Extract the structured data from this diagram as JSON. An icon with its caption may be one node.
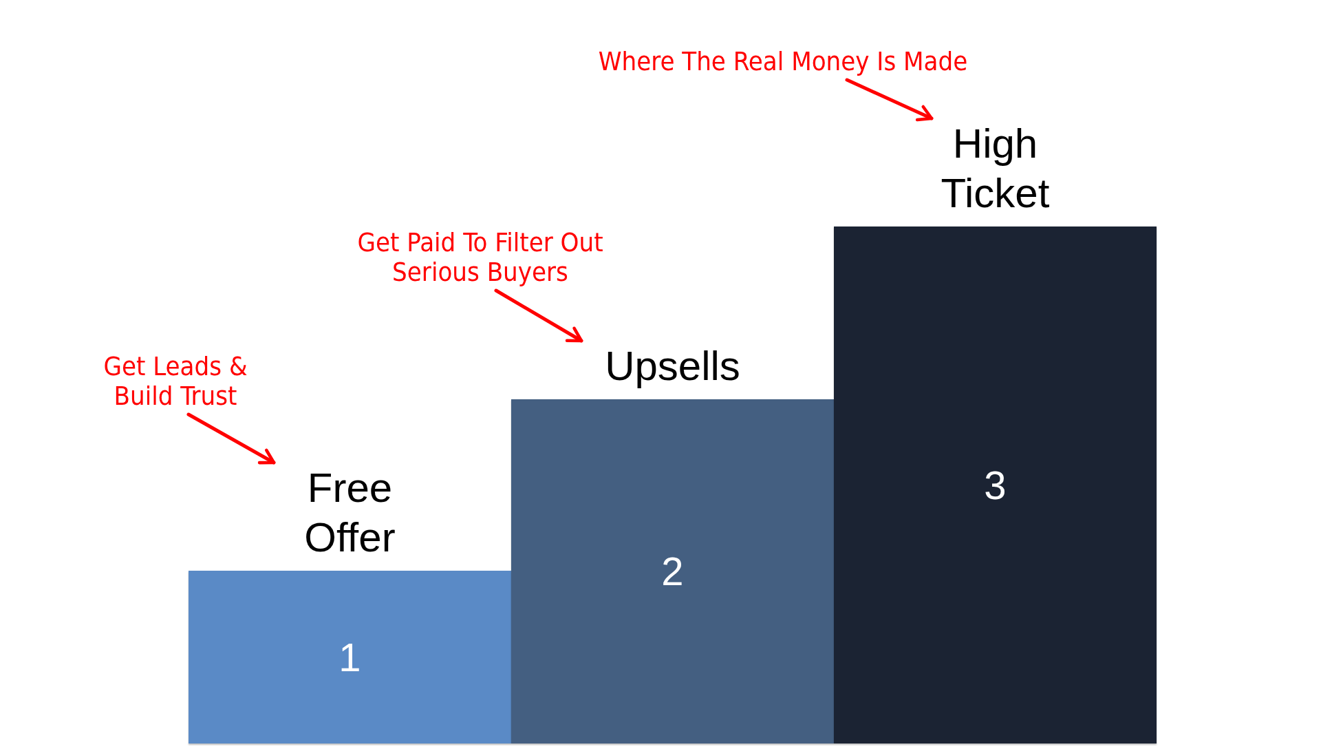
{
  "diagram": {
    "nodes": [
      {
        "text": [
          "Free Offer",
          "1"
        ]
      },
      {
        "text": [
          "Upsells",
          "2"
        ]
      },
      {
        "text": [
          "High Ticket",
          "3"
        ]
      },
      {
        "text": [
          "Get Leads & Build Trust"
        ]
      },
      {
        "text": [
          "Get Paid To Filter Out Serious Buyers"
        ]
      },
      {
        "text": [
          "Where The Real Money Is Made"
        ]
      }
    ],
    "edges": [
      {
        "from": 3,
        "to": 0,
        "arrow": "to"
      },
      {
        "from": 4,
        "to": 1,
        "arrow": "to"
      },
      {
        "from": 5,
        "to": 2,
        "arrow": "to"
      }
    ]
  }
}
